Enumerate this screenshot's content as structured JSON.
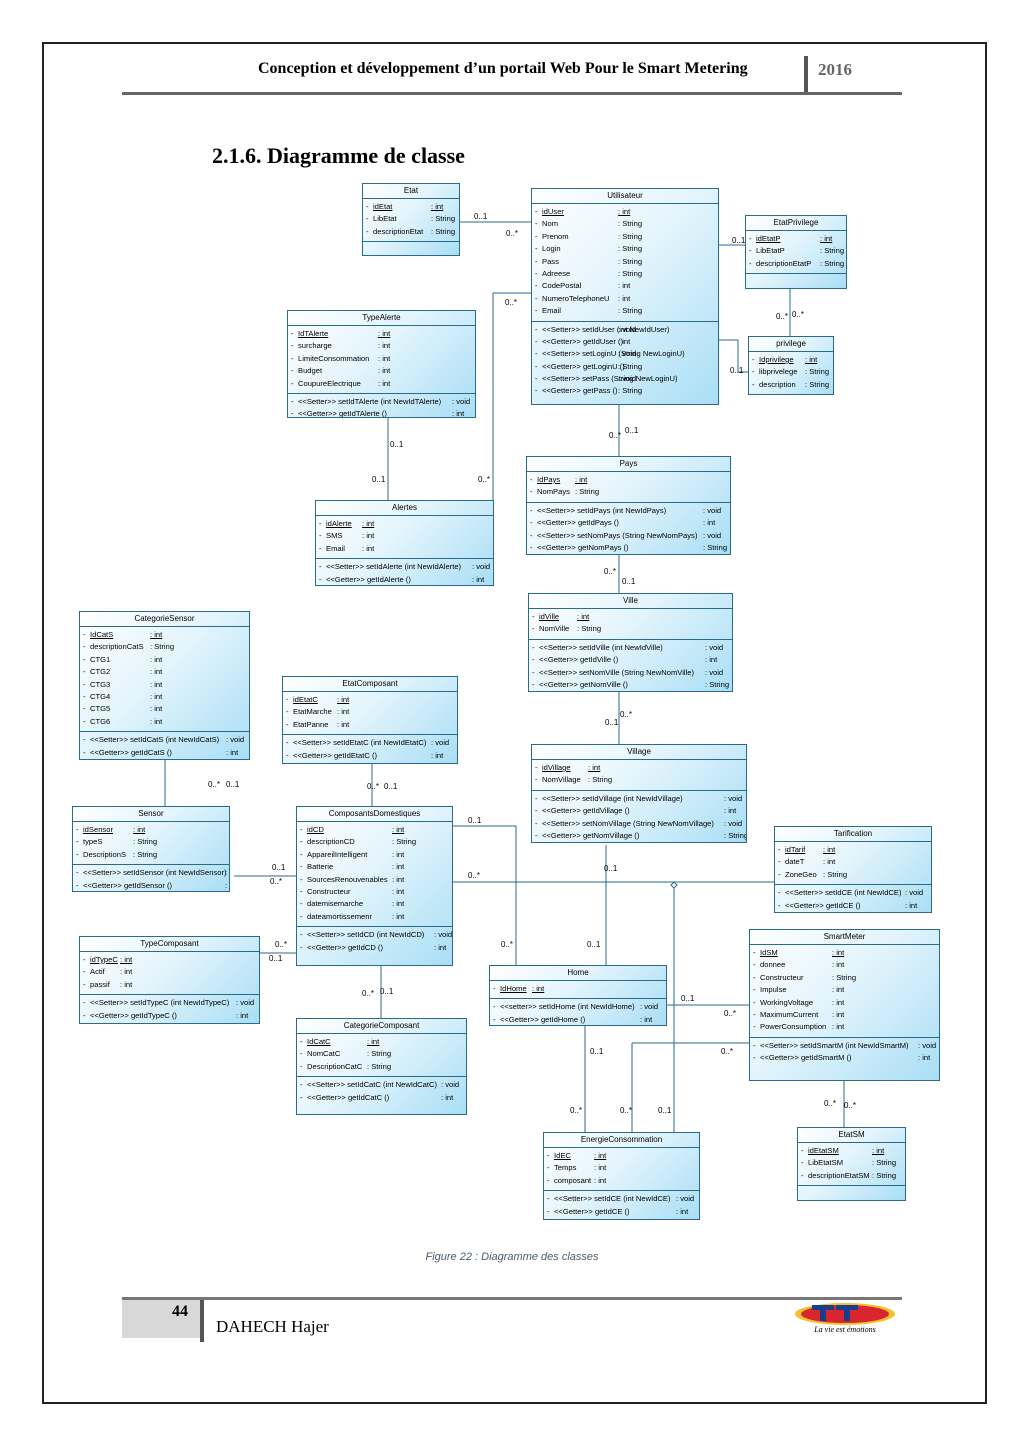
{
  "header": {
    "title": "Conception et développement d’un portail Web Pour le Smart Metering",
    "year": "2016"
  },
  "section_title": "2.1.6. Diagramme de classe",
  "caption": "Figure 22 : Diagramme des classes",
  "footer": {
    "page": "44",
    "author": "DAHECH Hajer",
    "logo_text": "La vie est émotions",
    "logo_mark_text": "Tunisie Telecom"
  },
  "colors": {
    "class_fill": "#cdeefa",
    "class_border": "#2b6b8a",
    "logo_blue": "#1b3d8f",
    "logo_red": "#d8262e",
    "logo_yellow": "#f2c12e"
  },
  "classes": {
    "etat": {
      "name": "Etat",
      "attrs": [
        {
          "mark": "-",
          "name": "idEtat",
          "type": ": int",
          "static": true
        },
        {
          "mark": "-",
          "name": "LibEtat",
          "type": ": String"
        },
        {
          "mark": "-",
          "name": "descriptionEtat",
          "type": ": String"
        }
      ],
      "ops": []
    },
    "utilisateur": {
      "name": "Utilisateur",
      "attrs": [
        {
          "mark": "-",
          "name": "idUser",
          "type": ": int",
          "static": true
        },
        {
          "mark": "-",
          "name": "Nom",
          "type": ": String"
        },
        {
          "mark": "-",
          "name": "Prenom",
          "type": ": String"
        },
        {
          "mark": "-",
          "name": "Login",
          "type": ": String"
        },
        {
          "mark": "-",
          "name": "Pass",
          "type": ": String"
        },
        {
          "mark": "-",
          "name": "Adreese",
          "type": ": String"
        },
        {
          "mark": "-",
          "name": "CodePostal",
          "type": ": int"
        },
        {
          "mark": "-",
          "name": "NumeroTelephoneU",
          "type": ": int"
        },
        {
          "mark": "-",
          "name": "Email",
          "type": ": String"
        }
      ],
      "ops": [
        {
          "mark": "-",
          "name": "<<Setter>>  setIdUser (int NewIdUser)",
          "type": ": void"
        },
        {
          "mark": "-",
          "name": "<<Getter>>  getIdUser ()",
          "type": ": int"
        },
        {
          "mark": "-",
          "name": "<<Setter>>  setLoginU (String NewLoginU)",
          "type": ": void"
        },
        {
          "mark": "-",
          "name": "<<Getter>>  getLoginU ()",
          "type": ": String"
        },
        {
          "mark": "-",
          "name": "<<Setter>>  setPass (String NewLoginU)",
          "type": ": void"
        },
        {
          "mark": "-",
          "name": "<<Getter>>  getPass ()",
          "type": ": String"
        }
      ]
    },
    "etatprivilege": {
      "name": "EtatPrivilege",
      "attrs": [
        {
          "mark": "-",
          "name": "idEtatP",
          "type": ": int",
          "static": true
        },
        {
          "mark": "-",
          "name": "LibEtatP",
          "type": ": String"
        },
        {
          "mark": "-",
          "name": "descriptionEtatP",
          "type": ": String"
        }
      ],
      "ops": []
    },
    "privilege": {
      "name": "privilege",
      "attrs": [
        {
          "mark": "-",
          "name": "Idprivilege",
          "type": ": int",
          "static": true
        },
        {
          "mark": "-",
          "name": "libprivelege",
          "type": ": String"
        },
        {
          "mark": "-",
          "name": "description",
          "type": ": String"
        }
      ],
      "ops": []
    },
    "typealerte": {
      "name": "TypeAlerte",
      "attrs": [
        {
          "mark": "-",
          "name": "IdTAlerte",
          "type": ": int",
          "static": true
        },
        {
          "mark": "-",
          "name": "surcharge",
          "type": ": int"
        },
        {
          "mark": "-",
          "name": "LimiteConsommation",
          "type": ": int"
        },
        {
          "mark": "-",
          "name": "Budget",
          "type": ": int"
        },
        {
          "mark": "-",
          "name": "CoupureElectrique",
          "type": ": int"
        }
      ],
      "ops": [
        {
          "mark": "-",
          "name": "<<Setter>>  setIdTAlerte (int NewIdTAlerte)",
          "type": ": void"
        },
        {
          "mark": "-",
          "name": "<<Getter>>  getIdTAlerte ()",
          "type": ": int"
        }
      ]
    },
    "pays": {
      "name": "Pays",
      "attrs": [
        {
          "mark": "-",
          "name": "IdPays",
          "type": ": int",
          "static": true
        },
        {
          "mark": "-",
          "name": "NomPays",
          "type": ": String"
        }
      ],
      "ops": [
        {
          "mark": "-",
          "name": "<<Setter>>  setIdPays (int NewIdPays)",
          "type": ": void"
        },
        {
          "mark": "-",
          "name": "<<Getter>>  getIdPays ()",
          "type": ": int"
        },
        {
          "mark": "-",
          "name": "<<Setter>>  setNomPays (String NewNomPays)",
          "type": ": void"
        },
        {
          "mark": "-",
          "name": "<<Getter>>  getNomPays ()",
          "type": ": String"
        }
      ]
    },
    "alertes": {
      "name": "Alertes",
      "attrs": [
        {
          "mark": "-",
          "name": "idAlerte",
          "type": ": int",
          "static": true
        },
        {
          "mark": "-",
          "name": "SMS",
          "type": ": int"
        },
        {
          "mark": "-",
          "name": "Email",
          "type": ": int"
        }
      ],
      "ops": [
        {
          "mark": "-",
          "name": "<<Setter>>  setIdAlerte (int NewIdAlerte)",
          "type": ": void"
        },
        {
          "mark": "-",
          "name": "<<Getter>>  getIdAlerte ()",
          "type": ": int"
        }
      ]
    },
    "ville": {
      "name": "Ville",
      "attrs": [
        {
          "mark": "-",
          "name": "idVille",
          "type": ": int",
          "static": true
        },
        {
          "mark": "-",
          "name": "NomVille",
          "type": ": String"
        }
      ],
      "ops": [
        {
          "mark": "-",
          "name": "<<Setter>>  setIdVille (int NewIdVille)",
          "type": ": void"
        },
        {
          "mark": "-",
          "name": "<<Getter>>  getIdVille ()",
          "type": ": int"
        },
        {
          "mark": "-",
          "name": "<<Setter>>  setNomVille (String NewNomVille)",
          "type": ": void"
        },
        {
          "mark": "-",
          "name": "<<Getter>>  getNomVille ()",
          "type": ": String"
        }
      ]
    },
    "categoriesensor": {
      "name": "CategorieSensor",
      "attrs": [
        {
          "mark": "-",
          "name": "IdCatS",
          "type": ": int",
          "static": true
        },
        {
          "mark": "-",
          "name": "descriptionCatS",
          "type": ": String"
        },
        {
          "mark": "-",
          "name": "CTG1",
          "type": ": int"
        },
        {
          "mark": "-",
          "name": "CTG2",
          "type": ": int"
        },
        {
          "mark": "-",
          "name": "CTG3",
          "type": ": int"
        },
        {
          "mark": "-",
          "name": "CTG4",
          "type": ": int"
        },
        {
          "mark": "-",
          "name": "CTG5",
          "type": ": int"
        },
        {
          "mark": "-",
          "name": "CTG6",
          "type": ": int"
        }
      ],
      "ops": [
        {
          "mark": "-",
          "name": "<<Setter>>  setIdCatS (int NewIdCatS)",
          "type": ": void"
        },
        {
          "mark": "-",
          "name": "<<Getter>>  getIdCatS ()",
          "type": ": int"
        }
      ]
    },
    "etatcomposant": {
      "name": "EtatComposant",
      "attrs": [
        {
          "mark": "-",
          "name": "idEtatC",
          "type": ": int",
          "static": true
        },
        {
          "mark": "-",
          "name": "EtatMarche",
          "type": ": int"
        },
        {
          "mark": "-",
          "name": "EtatPanne",
          "type": ": int"
        }
      ],
      "ops": [
        {
          "mark": "-",
          "name": "<<Setter>>  setIdEtatC (int NewIdEtatC)",
          "type": ": void"
        },
        {
          "mark": "-",
          "name": "<<Getter>>  getIdEtatC ()",
          "type": ": int"
        }
      ]
    },
    "village": {
      "name": "Village",
      "attrs": [
        {
          "mark": "-",
          "name": "idVillage",
          "type": ": int",
          "static": true
        },
        {
          "mark": "-",
          "name": "NomVillage",
          "type": ": String"
        }
      ],
      "ops": [
        {
          "mark": "-",
          "name": "<<Setter>>  setIdVillage (int NewIdVillage)",
          "type": ": void"
        },
        {
          "mark": "-",
          "name": "<<Getter>>  getIdVillage ()",
          "type": ": int"
        },
        {
          "mark": "-",
          "name": "<<Setter>>  setNomVillage (String NewNomVillage)",
          "type": ": void"
        },
        {
          "mark": "-",
          "name": "<<Getter>>  getNomVillage ()",
          "type": ": String"
        }
      ]
    },
    "sensor": {
      "name": "Sensor",
      "attrs": [
        {
          "mark": "-",
          "name": "idSensor",
          "type": ": int",
          "static": true
        },
        {
          "mark": "-",
          "name": "typeS",
          "type": ": String"
        },
        {
          "mark": "-",
          "name": "DescriptionS",
          "type": ": String"
        }
      ],
      "ops": [
        {
          "mark": "-",
          "name": "<<Setter>>  setIdSensor (int NewIdSensor)",
          "type": ": void"
        },
        {
          "mark": "-",
          "name": "<<Getter>>  getIdSensor ()",
          "type": ": int"
        }
      ]
    },
    "composantsdomestiques": {
      "name": "ComposantsDomestiques",
      "attrs": [
        {
          "mark": "-",
          "name": "idCD",
          "type": ": int",
          "static": true
        },
        {
          "mark": "-",
          "name": "descriptionCD",
          "type": ": String"
        },
        {
          "mark": "-",
          "name": "AppareilIntelligent",
          "type": ": int"
        },
        {
          "mark": "-",
          "name": "Batterie",
          "type": ": int"
        },
        {
          "mark": "-",
          "name": "SourcesRenouvenables",
          "type": ": int"
        },
        {
          "mark": "-",
          "name": "Constructeur",
          "type": ": int"
        },
        {
          "mark": "-",
          "name": "datemisemarche",
          "type": ": int"
        },
        {
          "mark": "-",
          "name": "dateamortissemenr",
          "type": ": int"
        }
      ],
      "ops": [
        {
          "mark": "-",
          "name": "<<Setter>>  setIdCD (int NewIdCD)",
          "type": ": void"
        },
        {
          "mark": "-",
          "name": "<<Getter>>  getIdCD ()",
          "type": ": int"
        }
      ]
    },
    "tarification": {
      "name": "Tarification",
      "attrs": [
        {
          "mark": "-",
          "name": "idTarif",
          "type": ": int",
          "static": true
        },
        {
          "mark": "-",
          "name": "dateT",
          "type": ": int"
        },
        {
          "mark": "-",
          "name": "ZoneGeo",
          "type": ": String"
        }
      ],
      "ops": [
        {
          "mark": "-",
          "name": "<<Setter>>  setIdCE (int NewIdCE)",
          "type": ": void"
        },
        {
          "mark": "-",
          "name": "<<Getter>>  getIdCE ()",
          "type": ": int"
        }
      ]
    },
    "typecomposant": {
      "name": "TypeComposant",
      "attrs": [
        {
          "mark": "-",
          "name": "idTypeC",
          "type": ": int",
          "static": true
        },
        {
          "mark": "-",
          "name": "Actif",
          "type": ": int"
        },
        {
          "mark": "-",
          "name": "passif",
          "type": ": int"
        }
      ],
      "ops": [
        {
          "mark": "-",
          "name": "<<Setter>>  setIdTypeC (int NewIdTypeC)",
          "type": ": void"
        },
        {
          "mark": "-",
          "name": "<<Getter>>  getIdTypeC ()",
          "type": ": int"
        }
      ]
    },
    "smartmeter": {
      "name": "SmartMeter",
      "attrs": [
        {
          "mark": "-",
          "name": "IdSM",
          "type": ": int",
          "static": true
        },
        {
          "mark": "-",
          "name": "donnee",
          "type": ": int"
        },
        {
          "mark": "-",
          "name": "Constructeur",
          "type": ": String"
        },
        {
          "mark": "-",
          "name": "Impulse",
          "type": ": int"
        },
        {
          "mark": "-",
          "name": "WorkingVoltage",
          "type": ": int"
        },
        {
          "mark": "-",
          "name": "MaximumCurrent",
          "type": ": int"
        },
        {
          "mark": "-",
          "name": "PowerConsumption",
          "type": ": int"
        }
      ],
      "ops": [
        {
          "mark": "-",
          "name": "<<Setter>>  setIdSmartM (int NewIdSmartM)",
          "type": ": void"
        },
        {
          "mark": "-",
          "name": "<<Getter>>  getIdSmartM ()",
          "type": ": int"
        }
      ]
    },
    "home": {
      "name": "Home",
      "attrs": [
        {
          "mark": "-",
          "name": "IdHome",
          "type": ": int",
          "static": true
        }
      ],
      "ops": [
        {
          "mark": "-",
          "name": "<<setter>>  setIdHome (int NewIdHome)",
          "type": ": void"
        },
        {
          "mark": "-",
          "name": "<<Getter>>  getIdHome ()",
          "type": ": int"
        }
      ]
    },
    "categoriecomposant": {
      "name": "CategorieComposant",
      "attrs": [
        {
          "mark": "-",
          "name": "IdCatC",
          "type": ": int",
          "static": true
        },
        {
          "mark": "-",
          "name": "NomCatC",
          "type": ": String"
        },
        {
          "mark": "-",
          "name": "DescriptionCatC",
          "type": ": String"
        }
      ],
      "ops": [
        {
          "mark": "-",
          "name": "<<Setter>>  setIdCatC (int NewIdCatC)",
          "type": ": void"
        },
        {
          "mark": "-",
          "name": "<<Getter>>  getIdCatC ()",
          "type": ": int"
        }
      ]
    },
    "etatsm": {
      "name": "EtatSM",
      "attrs": [
        {
          "mark": "-",
          "name": "idEtatSM",
          "type": ": int",
          "static": true
        },
        {
          "mark": "-",
          "name": "LibEtatSM",
          "type": ": String"
        },
        {
          "mark": "-",
          "name": "descriptionEtatSM",
          "type": ": String"
        }
      ],
      "ops": []
    },
    "energieconsommation": {
      "name": "EnergieConsommation",
      "attrs": [
        {
          "mark": "-",
          "name": "IdEC",
          "type": ": int",
          "static": true
        },
        {
          "mark": "-",
          "name": "Temps",
          "type": ": int"
        },
        {
          "mark": "-",
          "name": "composant",
          "type": ": int"
        }
      ],
      "ops": [
        {
          "mark": "-",
          "name": "<<Setter>>  setIdCE (int NewIdCE)",
          "type": ": void"
        },
        {
          "mark": "-",
          "name": "<<Getter>>  getIdCE ()",
          "type": ": int"
        }
      ]
    }
  },
  "multiplicities": [
    "0..1",
    "0..*",
    "0..1",
    "0..*",
    "0..*",
    "0..1",
    "0..*",
    "0..1",
    "0..1",
    "0..*",
    "0..1",
    "0..*",
    "0..*",
    "0..1",
    "0..*",
    "0..1",
    "0..*",
    "0..1",
    "0..*",
    "0..1",
    "0..1",
    "0..*",
    "0..*",
    "0..1",
    "0..*",
    "0..1",
    "0..1",
    "0..*",
    "0..1",
    "0..*",
    "0..1",
    "0..1",
    "0..*",
    "0..1",
    "0..*",
    "0..*",
    "0..1",
    "0..*",
    "0..*",
    "0..*",
    "0..1",
    "0..*",
    "0..1",
    "0..1"
  ]
}
